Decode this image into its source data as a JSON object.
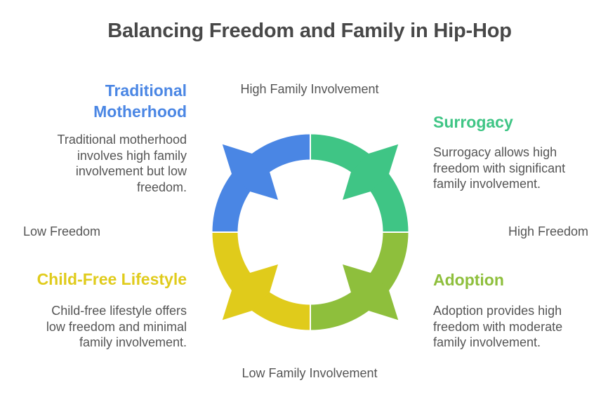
{
  "title": "Balancing Freedom and Family in Hip-Hop",
  "axes": {
    "top": "High Family Involvement",
    "bottom": "Low Family Involvement",
    "left": "Low Freedom",
    "right": "High Freedom"
  },
  "diagram": {
    "type": "quadrant-cycle",
    "quadrants": [
      {
        "position": "top-left",
        "title_lines": [
          "Traditional",
          "Motherhood"
        ],
        "title": "Traditional Motherhood",
        "body_lines": [
          "Traditional motherhood",
          "involves high family",
          "involvement but low",
          "freedom."
        ],
        "color": "#4a86e4"
      },
      {
        "position": "top-right",
        "title_lines": [
          "Surrogacy"
        ],
        "title": "Surrogacy",
        "body_lines": [
          "Surrogacy allows high",
          "freedom with significant",
          "family involvement."
        ],
        "color": "#3fc585"
      },
      {
        "position": "bottom-right",
        "title_lines": [
          "Adoption"
        ],
        "title": "Adoption",
        "body_lines": [
          "Adoption provides high",
          "freedom with moderate",
          "family involvement."
        ],
        "color": "#8ebf3c"
      },
      {
        "position": "bottom-left",
        "title_lines": [
          "Child-Free Lifestyle"
        ],
        "title": "Child-Free Lifestyle",
        "body_lines": [
          "Child-free lifestyle offers",
          "low freedom and minimal",
          "family involvement."
        ],
        "color": "#e0cb1b"
      }
    ]
  }
}
